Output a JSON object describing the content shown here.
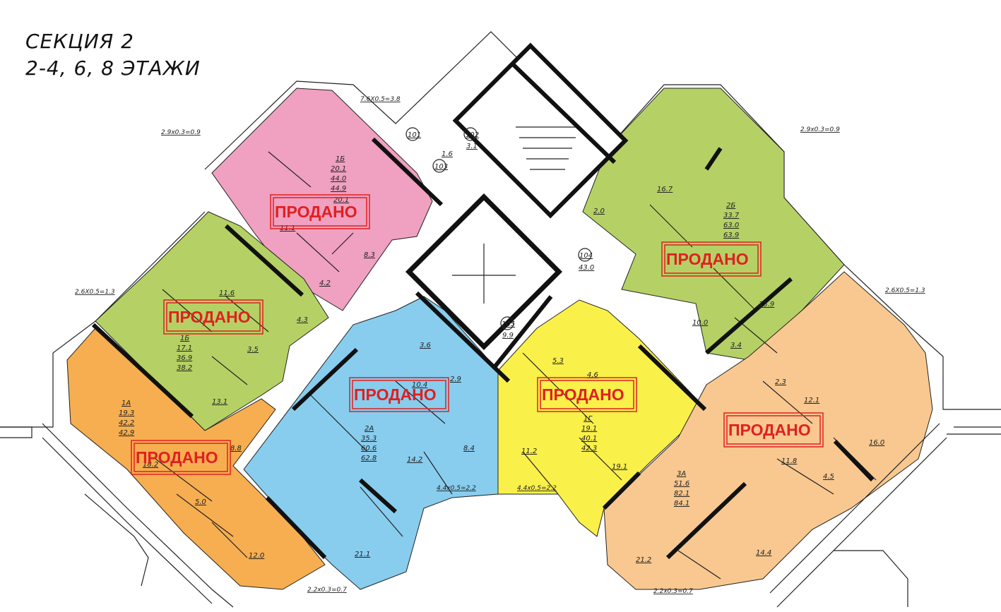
{
  "title": {
    "line1": "СЕКЦИЯ 2",
    "line2": "2-4, 6, 8 ЭТАЖИ"
  },
  "colors": {
    "pink": "#f0a0c0",
    "green": "#b5d165",
    "orange_dark": "#f6ae50",
    "blue": "#88cdee",
    "yellow": "#faf04a",
    "orange_light": "#f8c890",
    "sold_red": "#e02020",
    "wall": "#111111"
  },
  "sold_label": "ПРОДАНО",
  "apartments": [
    {
      "id": "1B",
      "code": "1Б",
      "area_living": "20.1",
      "area_total": "44.0",
      "area_full": "44.9",
      "extra": "20.1",
      "status": "ПРОДАНО"
    },
    {
      "id": "1Bv",
      "code": "1Б",
      "area_living": "17.1",
      "area_total": "36.9",
      "area_full": "38.2",
      "status": "ПРОДАНО"
    },
    {
      "id": "1A",
      "code": "1А",
      "area_living": "19.3",
      "area_total": "42.2",
      "area_full": "42.9",
      "status": "ПРОДАНО"
    },
    {
      "id": "2A",
      "code": "2А",
      "area_living": "35.3",
      "area_total": "60.6",
      "area_full": "62.8",
      "status": "ПРОДАНО"
    },
    {
      "id": "1G",
      "code": "1Г",
      "area_living": "19.1",
      "area_total": "40.1",
      "area_full": "42.3",
      "status": "ПРОДАНО"
    },
    {
      "id": "2B",
      "code": "2Б",
      "area_living": "33.7",
      "area_total": "63.0",
      "area_full": "63.9",
      "status": "ПРОДАНО"
    },
    {
      "id": "3A",
      "code": "3А",
      "area_living": "51.6",
      "area_total": "82.1",
      "area_full": "84.1",
      "status": "ПРОДАНО"
    }
  ],
  "rooms": {
    "r_11_1": "11.1",
    "r_8_3": "8.3",
    "r_4_2": "4.2",
    "r_11_6": "11.6",
    "r_4_3": "4.3",
    "r_3_5": "3.5",
    "r_13_1": "13.1",
    "r_8_8": "8.8",
    "r_18_2": "18.2",
    "r_5_0": "5.0",
    "r_12_0": "12.0",
    "r_3_6": "3.6",
    "r_10_4": "10.4",
    "r_2_9": "2.9",
    "r_14_2": "14.2",
    "r_8_4": "8.4",
    "r_21_1": "21.1",
    "r_5_3": "5.3",
    "r_4_6": "4.6",
    "r_11_2": "11.2",
    "r_19_1": "19.1",
    "r_16_7": "16.7",
    "r_2_0": "2.0",
    "r_13_9": "13.9",
    "r_10_0": "10.0",
    "r_3_4": "3.4",
    "r_2_3": "2.3",
    "r_12_1": "12.1",
    "r_16_0": "16.0",
    "r_11_8": "11.8",
    "r_4_5": "4.5",
    "r_21_2": "21.2",
    "r_14_4": "14.4"
  },
  "common": {
    "room101": "101",
    "room102": "102",
    "room102_area": "3.1",
    "room103": "103",
    "room103_area": "1.6",
    "room104": "104",
    "room104_area": "43.0",
    "room105": "105",
    "room105_area": "9.9"
  },
  "balconies": {
    "b1": "7.6X0.5=3.8",
    "b2": "2.9x0.3=0.9",
    "b3": "2.9x0.3=0.9",
    "b4": "2.6X0.5=1.3",
    "b5": "2.6X0.5=1.3",
    "b6": "4.4x0.5=2.2",
    "b7": "4.4x0.5=2.2",
    "b8": "2.2x0.3=0.7",
    "b9": "2.2x0.3=0.7"
  }
}
